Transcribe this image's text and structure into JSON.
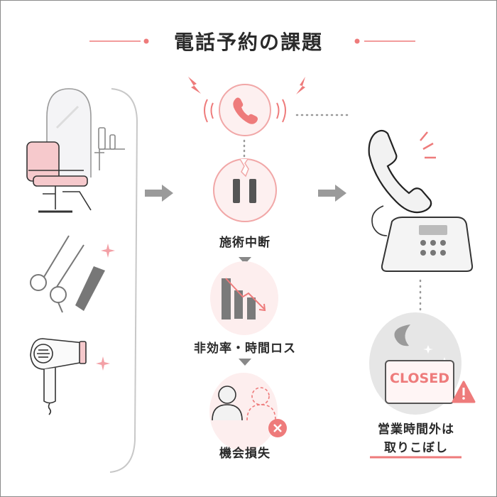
{
  "title": "電話予約の課題",
  "colors": {
    "accent": "#ee7b7b",
    "accent_light": "#fbe3e3",
    "gray": "#8c8c8c",
    "text": "#2a2a2a"
  },
  "left_icons": [
    "salon-chair-icon",
    "scissors-icon",
    "comb-icon",
    "hair-dryer-icon"
  ],
  "center": {
    "steps": [
      {
        "icon": "ringing-phone-icon",
        "label": ""
      },
      {
        "icon": "pause-icon",
        "label": "施術中断"
      },
      {
        "icon": "declining-chart-icon",
        "label": "非効率・時間ロス"
      },
      {
        "icon": "lost-customer-icon",
        "label": "機会損失"
      }
    ]
  },
  "right": {
    "sign_text": "CLOSED",
    "label_line1": "営業時間外は",
    "label_line2": "取りこぼし"
  }
}
